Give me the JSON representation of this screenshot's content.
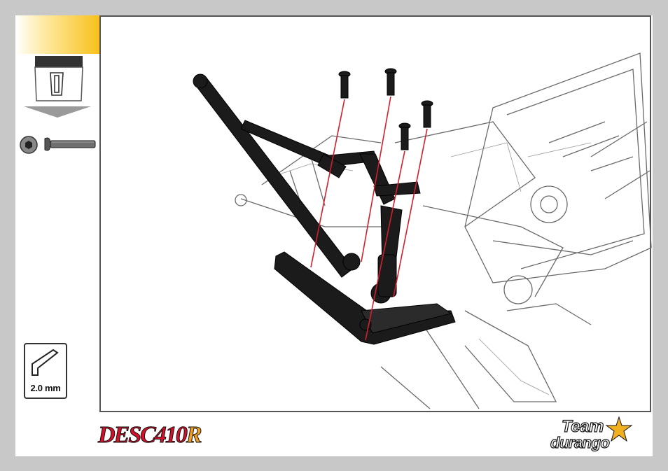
{
  "tool": {
    "label": "2.0 mm"
  },
  "brand": {
    "part1": "DESC",
    "part2": "410",
    "part3": "R"
  },
  "logo": {
    "word1": "Team",
    "word2": "durango"
  },
  "icons": {
    "bag": "parts-bag-icon",
    "arrow": "arrow-down-icon",
    "nut": "nut-icon",
    "screw": "screw-icon",
    "tool": "hex-wrench-icon"
  },
  "colors": {
    "accent": "#f7c11c",
    "guide_lines": "#d0202e",
    "brand_red": "#d4102a",
    "brand_orange": "#f0a020"
  }
}
